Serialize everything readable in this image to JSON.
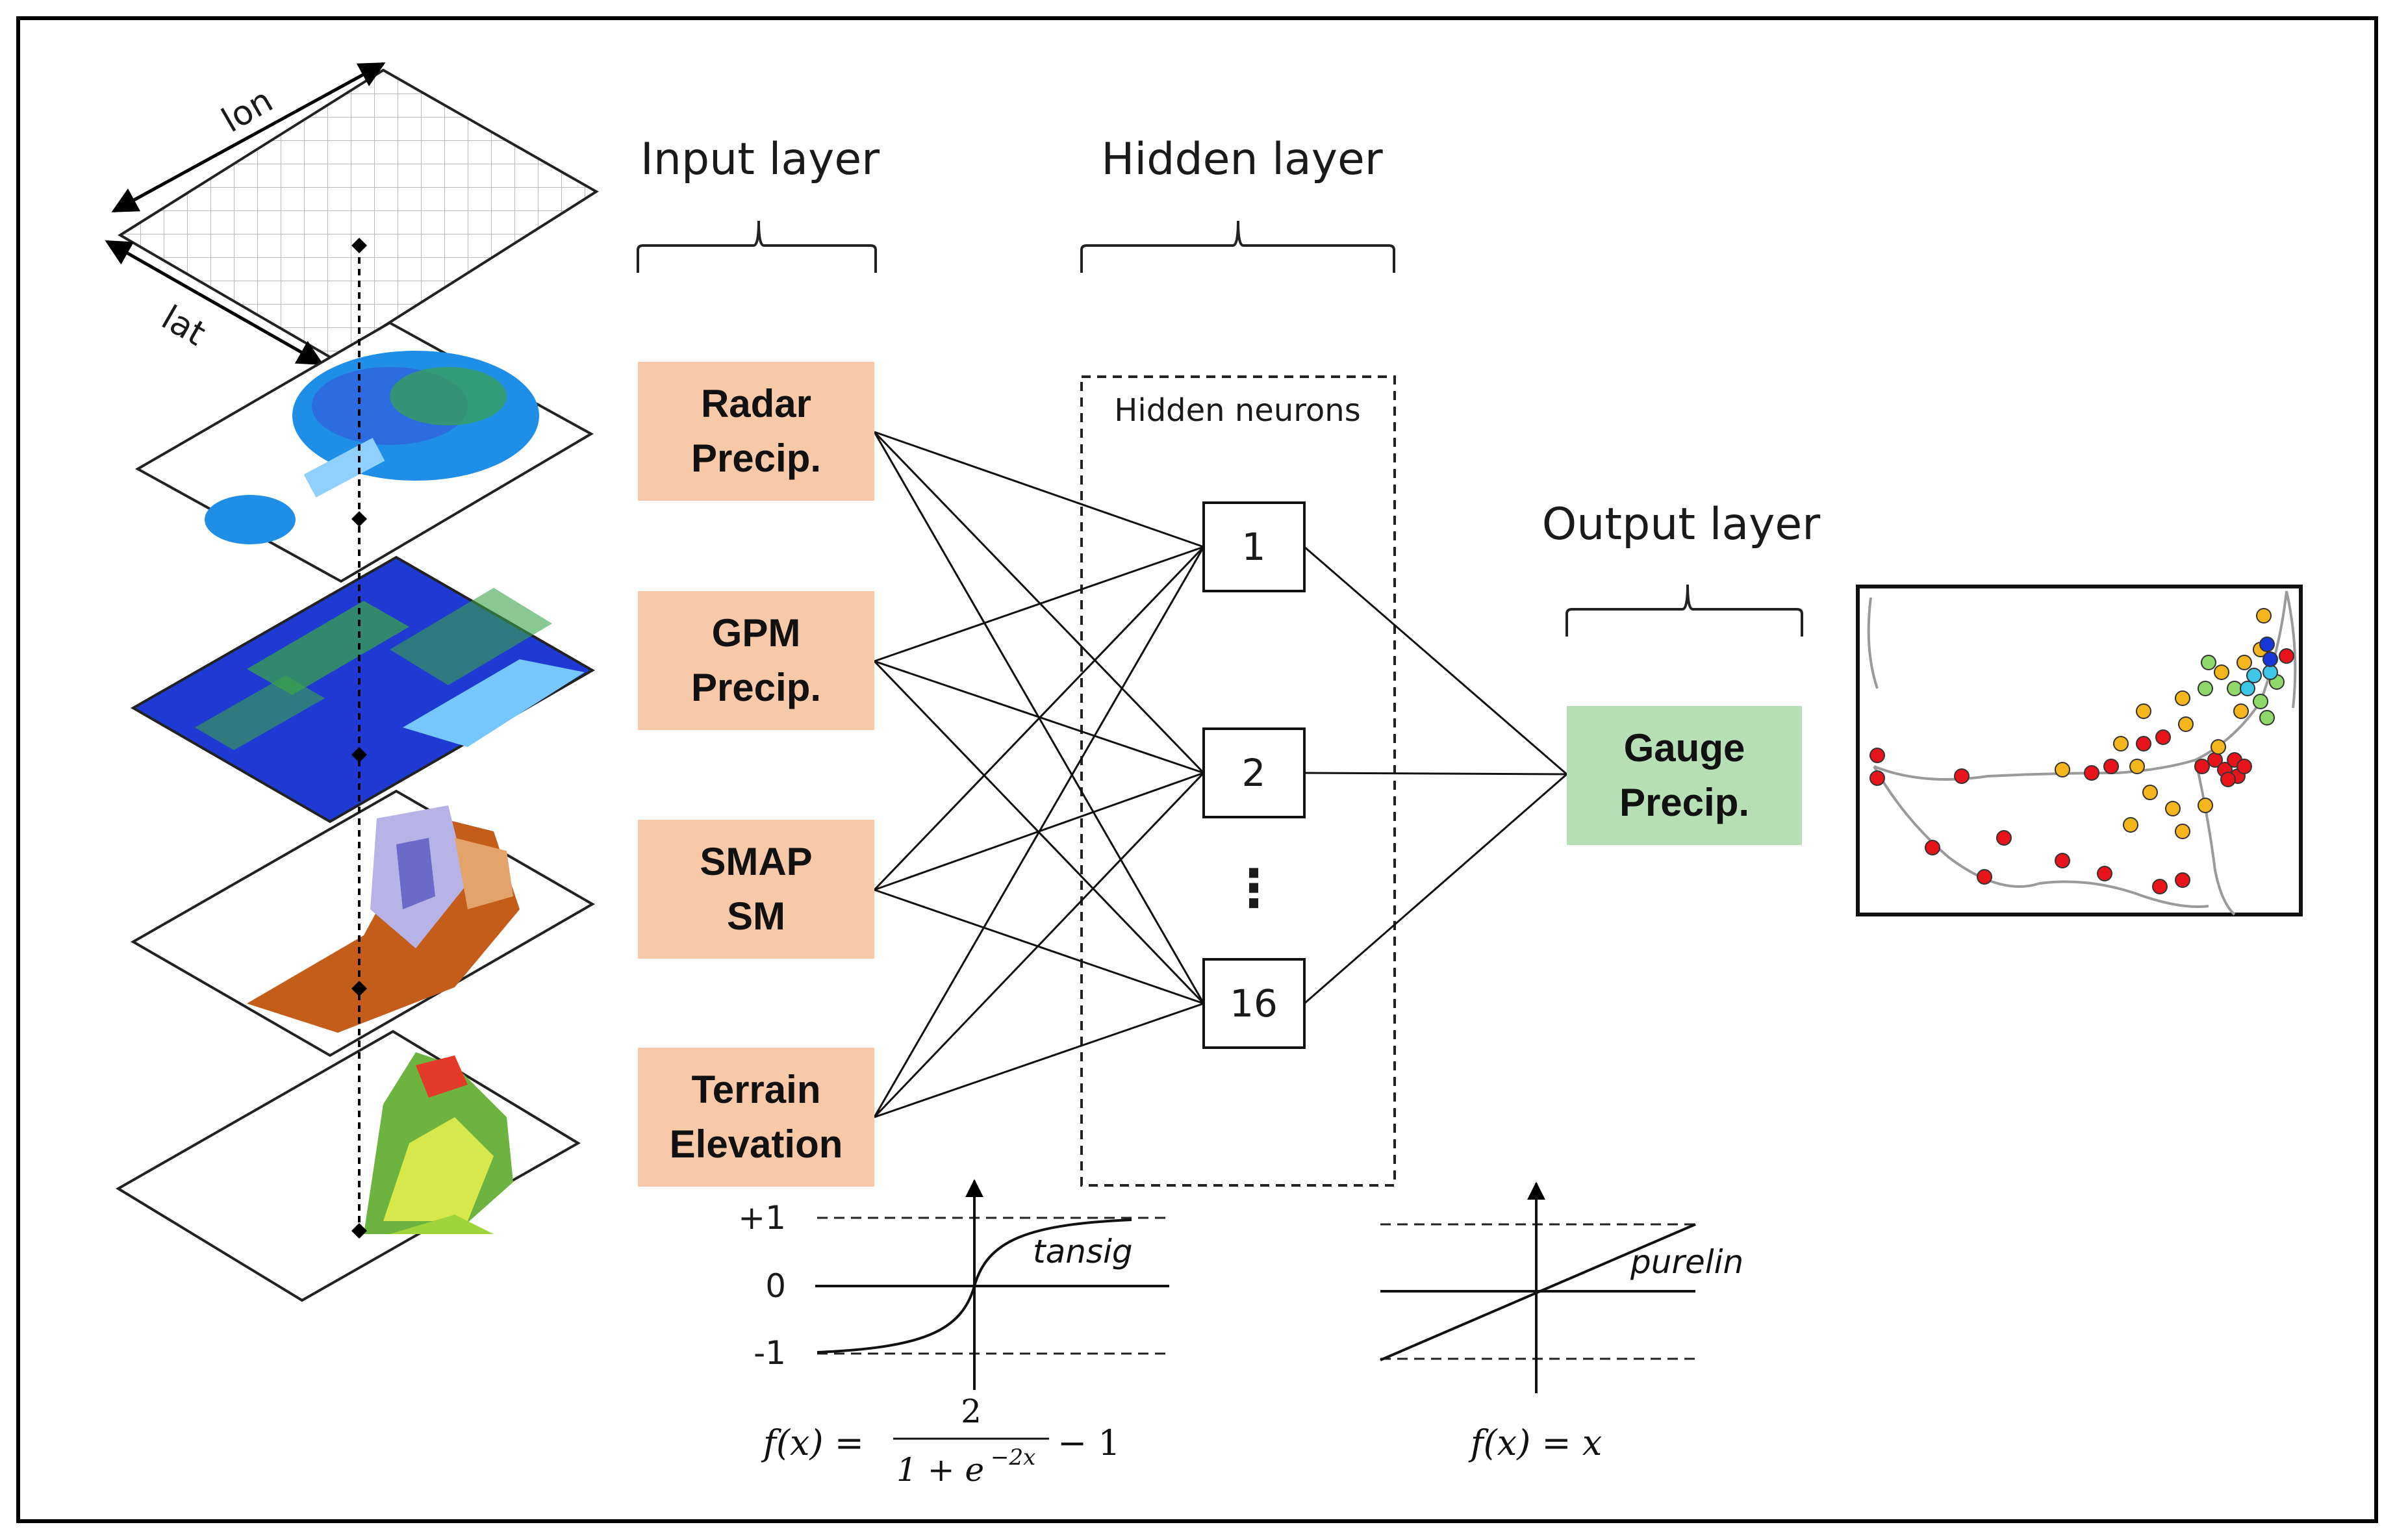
{
  "headers": {
    "input": "Input layer",
    "hidden": "Hidden layer",
    "output": "Output layer"
  },
  "hidden_box_label": "Hidden neurons",
  "grid_axes": {
    "lon": "lon",
    "lat": "lat"
  },
  "inputs": [
    {
      "line1": "Radar",
      "line2": "Precip."
    },
    {
      "line1": "GPM",
      "line2": "Precip."
    },
    {
      "line1": "SMAP",
      "line2": "SM"
    },
    {
      "line1": "Terrain",
      "line2": "Elevation"
    }
  ],
  "neurons": [
    "1",
    "2",
    "16"
  ],
  "ellipsis": "⋮",
  "output_box": {
    "line1": "Gauge",
    "line2": "Precip."
  },
  "tansig": {
    "name": "tansig",
    "ticks": [
      "+1",
      "0",
      "-1"
    ],
    "formula_lhs": "f(x) =",
    "formula_num": "2",
    "formula_den": "1 + e",
    "formula_exp": "−2x",
    "formula_tail": "− 1"
  },
  "purelin": {
    "name": "purelin",
    "formula": "f(x) = x"
  },
  "colors": {
    "input_box": "#f8c9a8",
    "output_box": "#b7dfb5",
    "frame": "#000000"
  }
}
